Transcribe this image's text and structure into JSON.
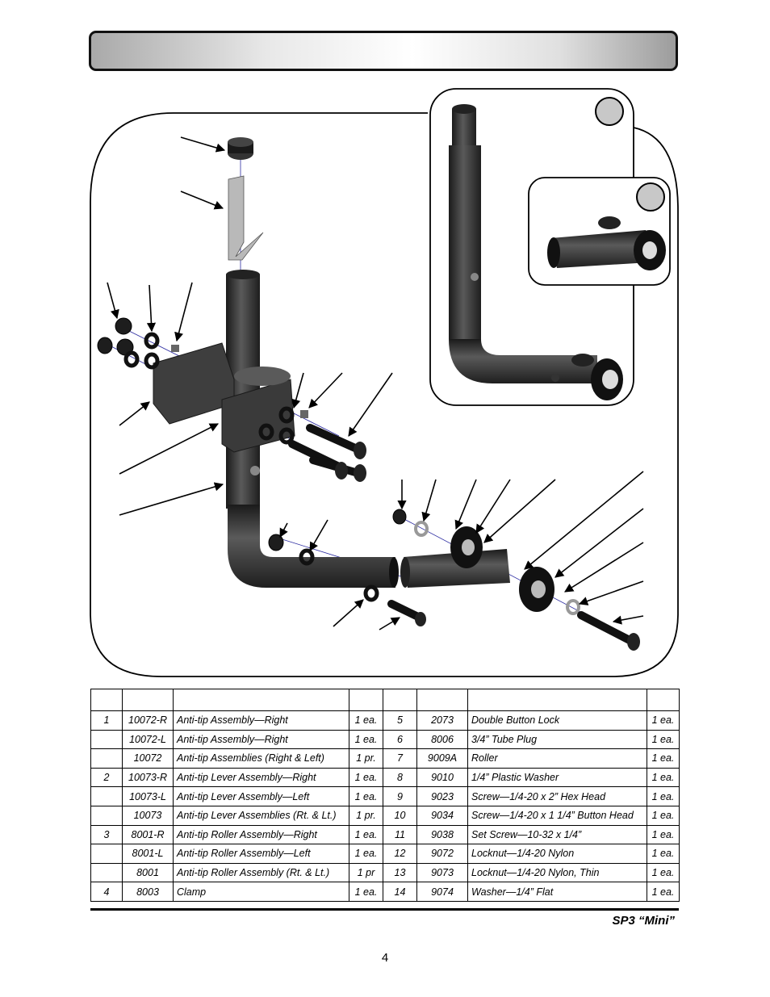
{
  "parts_table": {
    "rows": [
      {
        "a_item": "1",
        "a_part": "10072-R",
        "a_desc": "Anti-tip Assembly—Right",
        "a_qty": "1 ea.",
        "b_item": "5",
        "b_part": "2073",
        "b_desc": "Double Button Lock",
        "b_qty": "1 ea."
      },
      {
        "a_item": "",
        "a_part": "10072-L",
        "a_desc": "Anti-tip Assembly—Right",
        "a_qty": "1 ea.",
        "b_item": "6",
        "b_part": "8006",
        "b_desc": "3/4” Tube Plug",
        "b_qty": "1 ea."
      },
      {
        "a_item": "",
        "a_part": "10072",
        "a_desc": "Anti-tip Assemblies (Right & Left)",
        "a_qty": "1 pr.",
        "b_item": "7",
        "b_part": "9009A",
        "b_desc": "Roller",
        "b_qty": "1 ea."
      },
      {
        "a_item": "2",
        "a_part": "10073-R",
        "a_desc": "Anti-tip Lever Assembly—Right",
        "a_qty": "1 ea.",
        "b_item": "8",
        "b_part": "9010",
        "b_desc": "1/4” Plastic Washer",
        "b_qty": "1 ea."
      },
      {
        "a_item": "",
        "a_part": "10073-L",
        "a_desc": "Anti-tip Lever Assembly—Left",
        "a_qty": "1 ea.",
        "b_item": "9",
        "b_part": "9023",
        "b_desc": "Screw—1/4-20 x 2” Hex Head",
        "b_qty": "1 ea."
      },
      {
        "a_item": "",
        "a_part": "10073",
        "a_desc": "Anti-tip Lever Assemblies (Rt. & Lt.)",
        "a_qty": "1 pr.",
        "b_item": "10",
        "b_part": "9034",
        "b_desc": "Screw—1/4-20 x 1 1/4” Button Head",
        "b_qty": "1 ea."
      },
      {
        "a_item": "3",
        "a_part": "8001-R",
        "a_desc": "Anti-tip Roller Assembly—Right",
        "a_qty": "1 ea.",
        "b_item": "11",
        "b_part": "9038",
        "b_desc": "Set Screw—10-32 x 1/4”",
        "b_qty": "1 ea."
      },
      {
        "a_item": "",
        "a_part": "8001-L",
        "a_desc": "Anti-tip Roller Assembly—Left",
        "a_qty": "1 ea.",
        "b_item": "12",
        "b_part": "9072",
        "b_desc": "Locknut—1/4-20 Nylon",
        "b_qty": "1 ea."
      },
      {
        "a_item": "",
        "a_part": "8001",
        "a_desc": "Anti-tip Roller Assembly (Rt. & Lt.)",
        "a_qty": "1 pr",
        "b_item": "13",
        "b_part": "9073",
        "b_desc": "Locknut—1/4-20 Nylon, Thin",
        "b_qty": "1 ea."
      },
      {
        "a_item": "4",
        "a_part": "8003",
        "a_desc": "Clamp",
        "a_qty": "1 ea.",
        "b_item": "14",
        "b_part": "9074",
        "b_desc": "Washer—1/4” Flat",
        "b_qty": "1 ea."
      }
    ]
  },
  "footer": {
    "model": "SP3 “Mini”",
    "page_number": "4"
  }
}
